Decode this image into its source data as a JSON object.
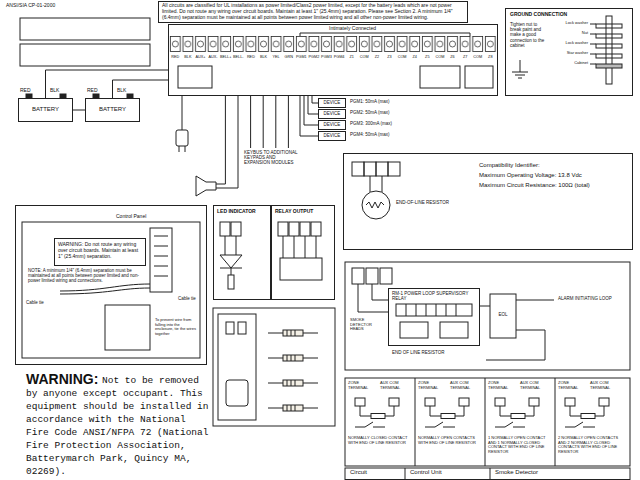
{
  "diagram": {
    "nodes": [
      {
        "text": [
          "All circuits are classified for UL installations as power limited/Class2 power limited, except for the battery leads which are not power limited. Do not route any wiring over circuit boards. Maintain at least 1\" (25.4mm) separation. Please see Section 2. A minimum 1/4\" (6.4mm) separation must be maintained at all points between power limited wiring and all other non-power limited wiring."
        ]
      },
      {
        "text": [
          "Intimately Connected"
        ]
      },
      {
        "text": [
          "GROUND CONNECTION",
          "Tighten nut to break paint and make a good connection to the cabinet"
        ]
      },
      {
        "text": [
          "BATTERY"
        ]
      },
      {
        "text": [
          "BATTERY"
        ]
      },
      {
        "text": [
          "DEVICE"
        ]
      },
      {
        "text": [
          "DEVICE"
        ]
      },
      {
        "text": [
          "DEVICE"
        ]
      },
      {
        "text": [
          "DEVICE"
        ]
      },
      {
        "text": [
          "Compatibility Identifier:",
          "Maximum Operating Voltage: 13.8 Vdc",
          "Maximum Circuit Resistance: 100Ω (total)"
        ]
      },
      {
        "text": [
          "Control Panel"
        ]
      },
      {
        "text": [
          "WARNING: Do not route any wiring over circuit boards. Maintain at least 1\" (25.4mm) separation."
        ],
        "in": 10
      },
      {
        "text": [
          "LED INDICATOR"
        ]
      },
      {
        "text": [
          "RELAY OUTPUT"
        ]
      },
      {
        "text": [
          "RM-1 POWER LOOP SUPERVISORY RELAY"
        ]
      }
    ],
    "edges": [
      {
        "from": 3,
        "to": 4,
        "arrow": "none"
      },
      {
        "from": 3,
        "to": 1,
        "arrow": "none"
      },
      {
        "from": 4,
        "to": 1,
        "arrow": "none"
      },
      {
        "from": 5,
        "to": 1,
        "arrow": "none"
      },
      {
        "from": 6,
        "to": 1,
        "arrow": "none"
      },
      {
        "from": 7,
        "to": 1,
        "arrow": "none"
      },
      {
        "from": 8,
        "to": 1,
        "arrow": "none"
      }
    ],
    "labels": [
      "ANSI/SIA CP-01-2000",
      "RED",
      "BLK",
      "RED",
      "BLK",
      "PGM1: 50mA (max)",
      "PGM2: 50mA (max)",
      "PGM3: 300mA (max)",
      "PGM4: 50mA (max)",
      "KEYBUS TO ADDITIONAL KEYPADS AND EXPANSION MODULES",
      "Lock washer",
      "Nut",
      "Lock washer",
      "Star washer",
      "Cabinet",
      "END-OF-LINE RESISTOR",
      "NOTE: A minimum 1/4\" (6.4mm) separation must be maintained at all points between power limited and non-power limited wiring and connections.",
      "Cable tie",
      "Cable tie",
      "To prevent wire from falling into the enclosure, tie the wires together",
      "WARNING:",
      "Not to be removed by anyone except occupant. This equipment should be installed in accordance with the National Fire Code ANSI/NFPA 72 (National Fire Protection Association, Batterymarch Park, Quincy MA, 02269).",
      "SMOKE DETECTOR HEADS",
      "END OF LINE RESISTOR",
      "ALARM INITIATING LOOP",
      "EOL",
      "ZONE TERMINAL",
      "AUX COM TERMINAL",
      "NORMALLY CLOSED CONTACT WITH END OF LINE RESISTOR",
      "ZONE TERMINAL",
      "AUX COM TERMINAL",
      "NORMALLY OPEN CONTACTS WITH END OF LINE RESISTOR",
      "ZONE TERMINAL",
      "AUX COM TERMINAL",
      "1 NORMALLY OPEN CONTACT AND 1 NORMALLY CLOSED CONTACT WITH END OF LINE RESISTOR",
      "ZONE TERMINAL",
      "AUX COM TERMINAL",
      "2 NORMALLY OPEN CONTACTS AND 2 NORMALLY CLOSED CONTACTS WITH END OF LINE RESISTOR",
      "Circuit",
      "Control Unit",
      "Smoke Detector",
      "RED",
      "BLK",
      "AUX+",
      "AUX-",
      "BELL+",
      "BELL-",
      "RED",
      "BLK",
      "YEL",
      "GRN",
      "PGM1",
      "PGM2",
      "PGM3",
      "PGM4",
      "Z1",
      "COM",
      "Z2",
      "Z3",
      "COM",
      "Z4",
      "Z5",
      "COM",
      "Z6",
      "Z7",
      "COM",
      "Z8"
    ]
  }
}
